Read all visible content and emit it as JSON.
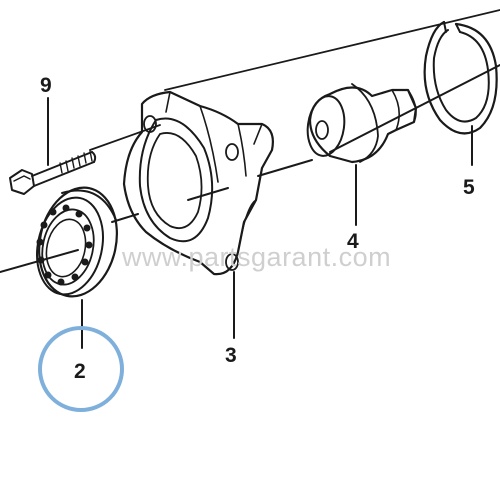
{
  "diagram": {
    "watermark": "www.partsgarant.com",
    "highlight_color": "#7fb0dc",
    "parts": [
      {
        "number": "9",
        "name": "bolt"
      },
      {
        "number": "2",
        "name": "bearing"
      },
      {
        "number": "3",
        "name": "bearing-housing"
      },
      {
        "number": "4",
        "name": "bushing"
      },
      {
        "number": "5",
        "name": "snap-ring"
      }
    ],
    "highlighted_part": "2"
  }
}
